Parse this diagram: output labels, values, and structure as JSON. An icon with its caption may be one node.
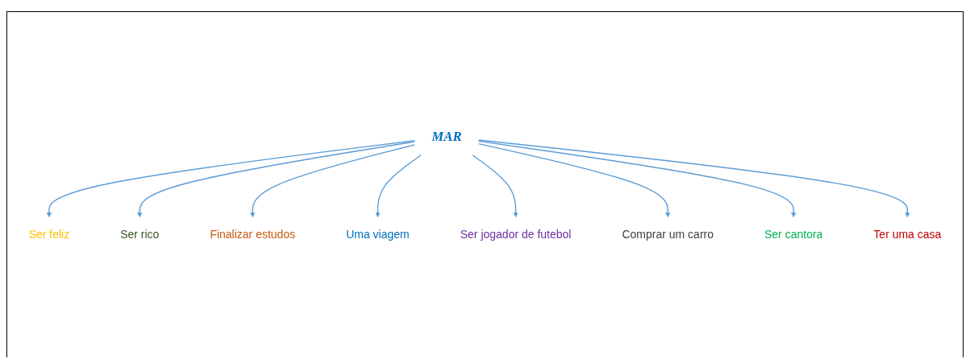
{
  "diagram": {
    "nodes": [
      {
        "text": [
          "Ser feliz"
        ]
      },
      {
        "text": [
          "Ser rico"
        ]
      },
      {
        "text": [
          "Finalizar estudos"
        ]
      },
      {
        "text": [
          "Uma viagem"
        ]
      },
      {
        "text": [
          "Ser jogador de futebol"
        ]
      },
      {
        "text": [
          "MAR"
        ]
      },
      {
        "text": [
          "Comprar um carro"
        ]
      },
      {
        "text": [
          "Ser cantora"
        ]
      },
      {
        "text": [
          "Ter uma casa"
        ]
      }
    ],
    "edges": [
      {
        "from": 5,
        "to": 0,
        "arrow": "to"
      },
      {
        "from": 5,
        "to": 1,
        "arrow": "to"
      },
      {
        "from": 5,
        "to": 2,
        "arrow": "to"
      },
      {
        "from": 5,
        "to": 3,
        "arrow": "to"
      },
      {
        "from": 5,
        "to": 4,
        "arrow": "to"
      },
      {
        "from": 5,
        "to": 6,
        "arrow": "to"
      },
      {
        "from": 5,
        "to": 7,
        "arrow": "to"
      },
      {
        "from": 5,
        "to": 8,
        "arrow": "to"
      }
    ]
  }
}
